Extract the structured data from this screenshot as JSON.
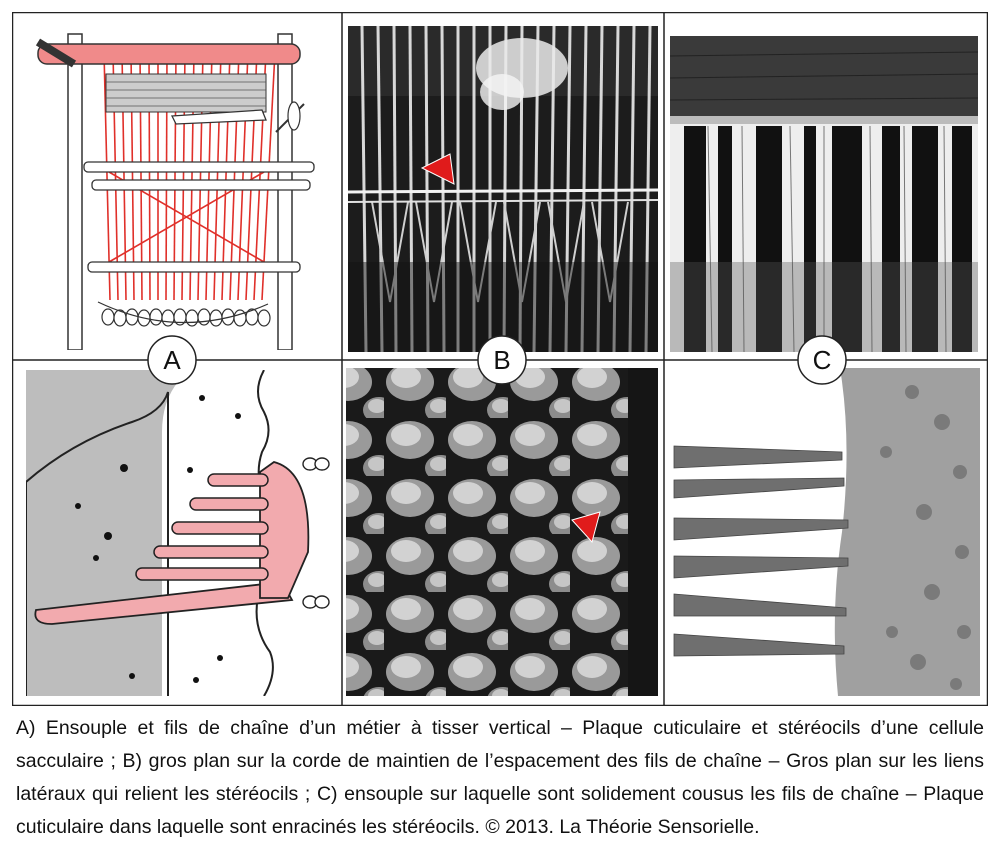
{
  "figure": {
    "labels": {
      "a": "A",
      "b": "B",
      "c": "C"
    }
  },
  "caption": {
    "text": "A) Ensouple et fils de chaîne d’un métier à tisser vertical – Plaque cuticulaire et stéréocils d’une cellule sacculaire ; B) gros plan sur la corde de maintien de l’espacement des fils de chaîne – Gros plan sur les liens latéraux qui relient les stéréocils ; C) ensouple sur laquelle sont solidement cousus les fils de chaîne – Plaque cuticulaire dans laquelle sont enracinés les stéréocils. © 2013. La Théorie Sensorielle."
  },
  "colors": {
    "thread_red": "#e0302a",
    "pink": "#f2aaae",
    "grey": "#bdbdbd",
    "border": "#222222"
  }
}
